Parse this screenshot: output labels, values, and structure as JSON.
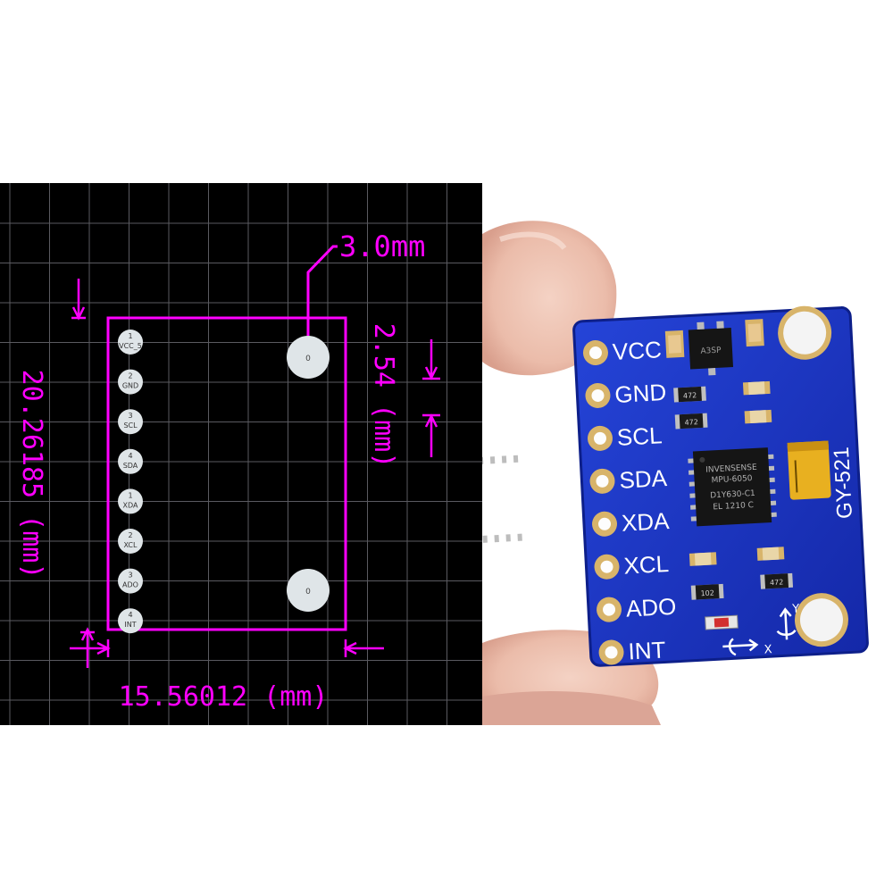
{
  "footprint": {
    "pins": [
      {
        "number": "1",
        "name": "VCC_5"
      },
      {
        "number": "2",
        "name": "GND"
      },
      {
        "number": "3",
        "name": "SCL"
      },
      {
        "number": "4",
        "name": "SDA"
      },
      {
        "number": "1",
        "name": "XDA"
      },
      {
        "number": "2",
        "name": "XCL"
      },
      {
        "number": "3",
        "name": "ADO"
      },
      {
        "number": "4",
        "name": "INT"
      }
    ],
    "mount_holes": [
      {
        "label": "0"
      },
      {
        "label": "0"
      }
    ],
    "dimensions": {
      "height": "20.26185 (mm)",
      "width": "15.56012 (mm)",
      "pitch": "2.54 (mm)",
      "hole": "3.0mm"
    },
    "colors": {
      "background": "#000000",
      "grid": "#5a5a60",
      "outline": "#ff00ff",
      "pad": "#dfe5e8"
    }
  },
  "module": {
    "pin_labels": [
      "VCC",
      "GND",
      "SCL",
      "SDA",
      "XDA",
      "XCL",
      "ADO",
      "INT"
    ],
    "board_name": "GY-521",
    "chip_text": [
      "INVENSENSE",
      "MPU-6050",
      "D1Y630-C1",
      "EL 1210 C"
    ],
    "regulator_text": "A3SP",
    "resistor_labels": [
      "472",
      "472",
      "102",
      "472"
    ],
    "axis_labels": {
      "x": "X",
      "y": "Y"
    },
    "colors": {
      "pcb": "#1a38c8",
      "silk": "#ffffff",
      "gold": "#d8b46a",
      "chip": "#151515"
    }
  }
}
